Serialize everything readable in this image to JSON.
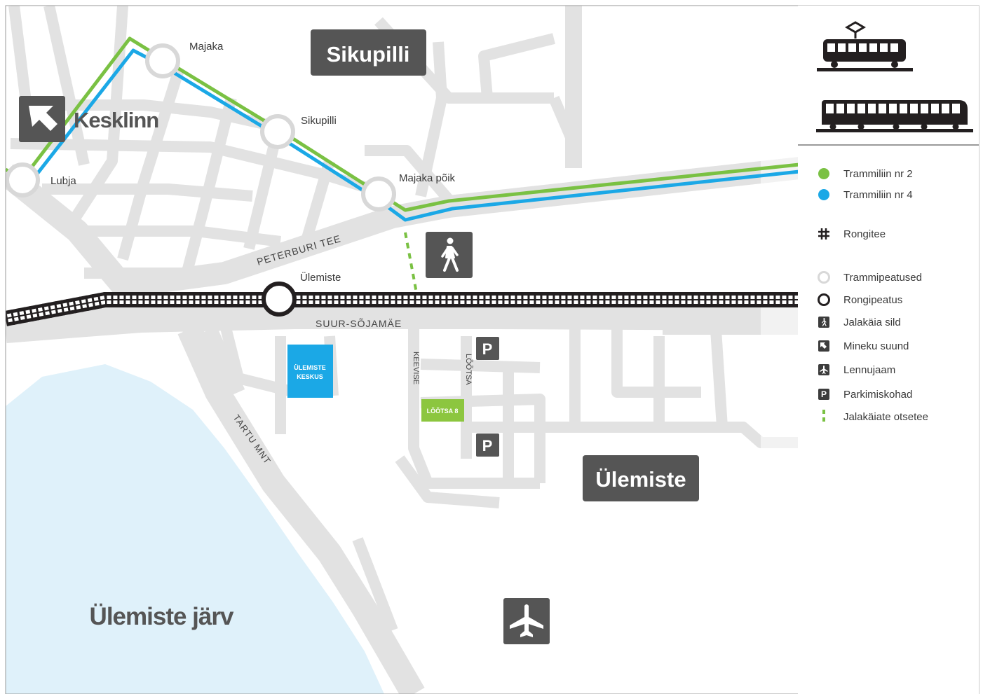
{
  "map": {
    "districts": [
      {
        "id": "sikupilli",
        "label": "Sikupilli"
      },
      {
        "id": "ulemiste",
        "label": "Ülemiste"
      }
    ],
    "direction": {
      "label": "Kesklinn"
    },
    "lake": {
      "label": "Ülemiste järv"
    },
    "tram_stops": [
      {
        "id": "lubja",
        "label": "Lubja"
      },
      {
        "id": "majaka",
        "label": "Majaka"
      },
      {
        "id": "sikupilli",
        "label": "Sikupilli"
      },
      {
        "id": "majaka-poik",
        "label": "Majaka põik"
      }
    ],
    "train_stop": {
      "label": "Ülemiste"
    },
    "streets": {
      "peterburi_tee": "PETERBURI TEE",
      "suur_sojamae": "SUUR-SÕJAMÄE",
      "tartu_mnt": "TARTU MNT",
      "keevise": "KEEVISE",
      "lootsa": "LÕÕTSA"
    },
    "buildings": {
      "ulemiste_keskus": [
        "ÜLEMISTE",
        "KESKUS"
      ],
      "lootsa_8": "LÕÕTSA 8"
    },
    "parking_glyph": "P",
    "icons": [
      "pedestrian-icon",
      "airport-icon",
      "arrow-nw-icon",
      "tram-icon",
      "train-icon",
      "parking-icon"
    ]
  },
  "legend": {
    "items": [
      {
        "id": "tram2",
        "label": "Trammiliin nr 2",
        "symbol": "green-dot",
        "color": "#7ac143"
      },
      {
        "id": "tram4",
        "label": "Trammiliin nr 4",
        "symbol": "blue-dot",
        "color": "#1ba8e6"
      },
      {
        "id": "rail",
        "label": "Rongitee",
        "symbol": "rail-icon"
      },
      {
        "id": "tramstop",
        "label": "Trammipeatused",
        "symbol": "grey-ring"
      },
      {
        "id": "trainstop",
        "label": "Rongipeatus",
        "symbol": "black-ring"
      },
      {
        "id": "bridge",
        "label": "Jalakäia sild",
        "symbol": "pedestrian-icon"
      },
      {
        "id": "direction",
        "label": "Mineku suund",
        "symbol": "arrow-nw-icon"
      },
      {
        "id": "airport",
        "label": "Lennujaam",
        "symbol": "airport-icon"
      },
      {
        "id": "parking",
        "label": "Parkimiskohad",
        "symbol": "parking-icon"
      },
      {
        "id": "path",
        "label": "Jalakäiate otsetee",
        "symbol": "dashed-green"
      }
    ]
  },
  "colors": {
    "road": "#e2e2e2",
    "lake": "#dff1fa",
    "tram2": "#7ac143",
    "tram4": "#1ba8e6",
    "rail": "#231f20",
    "label_box": "#555555",
    "stop_ring": "#d8d8d8",
    "keskus": "#1ba8e6",
    "lootsa": "#8cc63f"
  }
}
